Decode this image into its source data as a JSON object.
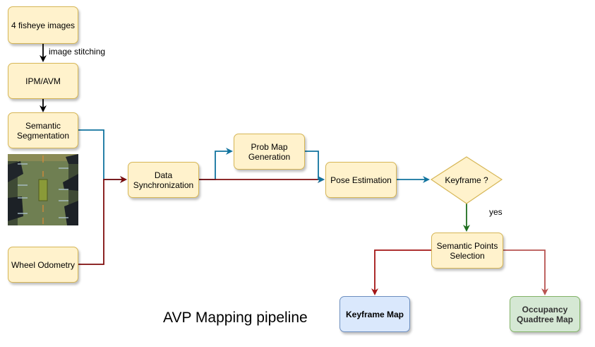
{
  "title": "AVP Mapping pipeline",
  "nodes": {
    "fisheye": "4 fisheye images",
    "ipm": "IPM/AVM",
    "semseg": "Semantic\nSegmentation",
    "wheel": "Wheel Odometry",
    "datasync": "Data\nSynchronization",
    "probmap": "Prob Map\nGeneration",
    "pose": "Pose Estimation",
    "keyframe_q": "Keyframe ?",
    "sempoints": "Semantic Points\nSelection",
    "keyframe_map": "Keyframe Map",
    "occupancy": "Occupancy\nQuadtree Map"
  },
  "edge_labels": {
    "stitching": "image stitching",
    "yes": "yes"
  },
  "colors": {
    "node_fill": "#fff2cc",
    "node_stroke": "#d6b656",
    "blue_fill": "#dae8fc",
    "green_fill": "#d5e8d4",
    "edge_blue": "#10739e",
    "edge_red": "#7f0d0d",
    "edge_green": "#1f6e1f",
    "edge_red_light": "#b85450"
  },
  "icons": [
    "avm-birdseye-image"
  ]
}
